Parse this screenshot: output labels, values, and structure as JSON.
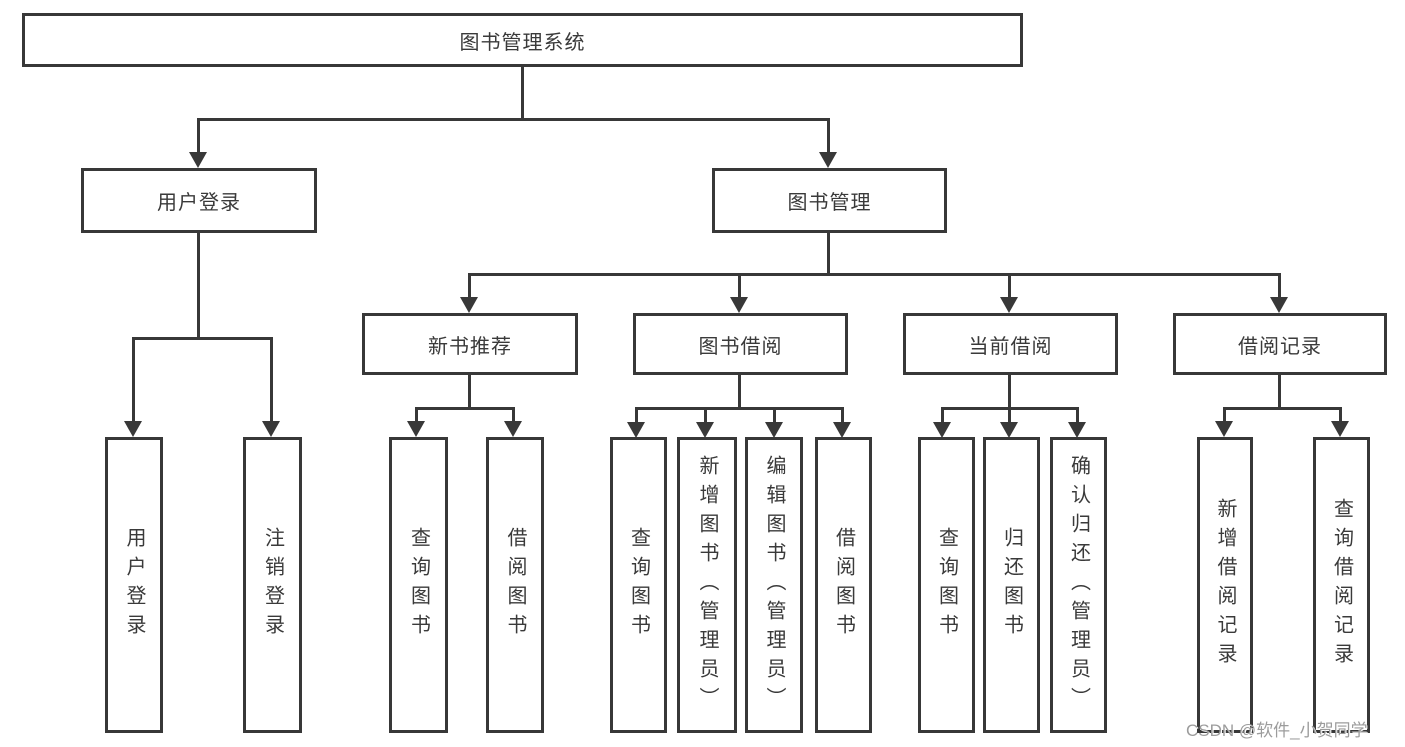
{
  "nodes": {
    "root": "图书管理系统",
    "level2": [
      "用户登录",
      "图书管理"
    ],
    "level3": [
      "新书推荐",
      "图书借阅",
      "当前借阅",
      "借阅记录"
    ],
    "leaves": [
      "用户登录",
      "注销登录",
      "查询图书",
      "借阅图书",
      "查询图书",
      "新增图书（管理员）",
      "编辑图书（管理员）",
      "借阅图书",
      "查询图书",
      "归还图书",
      "确认归还（管理员）",
      "新增借阅记录",
      "查询借阅记录"
    ]
  },
  "watermark": "CSDN @软件_小贺同学",
  "colors": {
    "line": "#383838",
    "box_border": "#383838",
    "box_fill": "#ffffff",
    "text": "#3a3a3a",
    "watermark": "#9c9c9c",
    "background": "#ffffff"
  }
}
